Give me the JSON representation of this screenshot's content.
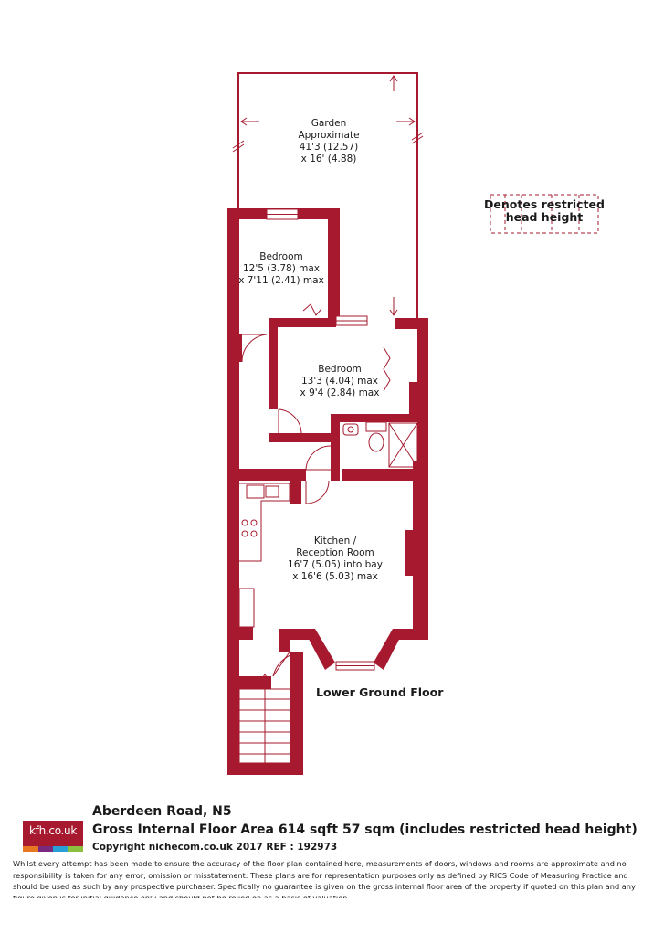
{
  "garden": {
    "line1": "Garden",
    "line2": "Approximate",
    "line3": "41'3 (12.57)",
    "line4": "x 16' (4.88)"
  },
  "legend": {
    "line1": "Denotes restricted",
    "line2": "head height"
  },
  "bedroom1": {
    "line1": "Bedroom",
    "line2": "12'5 (3.78) max",
    "line3": "x 7'11 (2.41) max"
  },
  "bedroom2": {
    "line1": "Bedroom",
    "line2": "13'3 (4.04) max",
    "line3": "x 9'4 (2.84) max"
  },
  "kitchen": {
    "line1": "Kitchen /",
    "line2": "Reception Room",
    "line3": "16'7 (5.05) into bay",
    "line4": "x 16'6 (5.03) max"
  },
  "floor_label": "Lower Ground Floor",
  "colors": {
    "wall": "#a6192e",
    "logo_strip": [
      "#e87722",
      "#7a2a7e",
      "#2a9fd6",
      "#8cbf3f"
    ]
  },
  "footer": {
    "logo_text": "kfh.co.uk",
    "address": "Aberdeen Road, N5",
    "area": "Gross Internal Floor Area 614 sqft 57 sqm (includes restricted head height)",
    "copyright": "Copyright nichecom.co.uk 2017 REF : 192973",
    "disclaimer": "Whilst every attempt has been made to ensure the accuracy of the floor plan contained here, measurements of doors, windows and rooms are approximate and no responsibility is taken for any error, omission or misstatement. These plans are for representation purposes only as defined by RICS Code of Measuring Practice and should be used as such by any prospective purchaser. Specifically no guarantee is given on the gross internal floor area of the property if quoted on this plan and any figure given is for initial guidance only and should not be relied on as a basis of valuation."
  }
}
